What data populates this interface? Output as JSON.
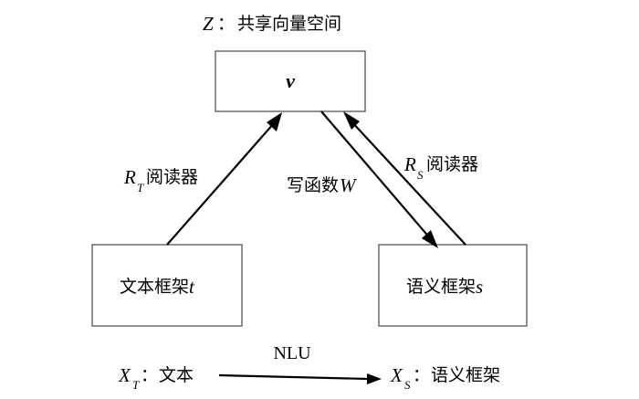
{
  "shared_space": {
    "var": "Z",
    "sep": "：",
    "label": "共享向量空间",
    "vector": "v"
  },
  "text_frame": {
    "label": "文本框架",
    "var": "t"
  },
  "semantic_frame": {
    "label": "语义框架",
    "var": "s"
  },
  "reader_t": {
    "var": "R",
    "sub": "T",
    "label": "阅读器"
  },
  "reader_s": {
    "var": "R",
    "sub": "S",
    "label": "阅读器"
  },
  "writer": {
    "label": "写函数",
    "var": "W"
  },
  "bottom": {
    "left_var": "X",
    "left_sub": "T",
    "left_sep": "：",
    "left_label": "文本",
    "arrow_label": "NLU",
    "right_var": "X",
    "right_sub": "S",
    "right_sep": "：",
    "right_label": "语义框架"
  }
}
